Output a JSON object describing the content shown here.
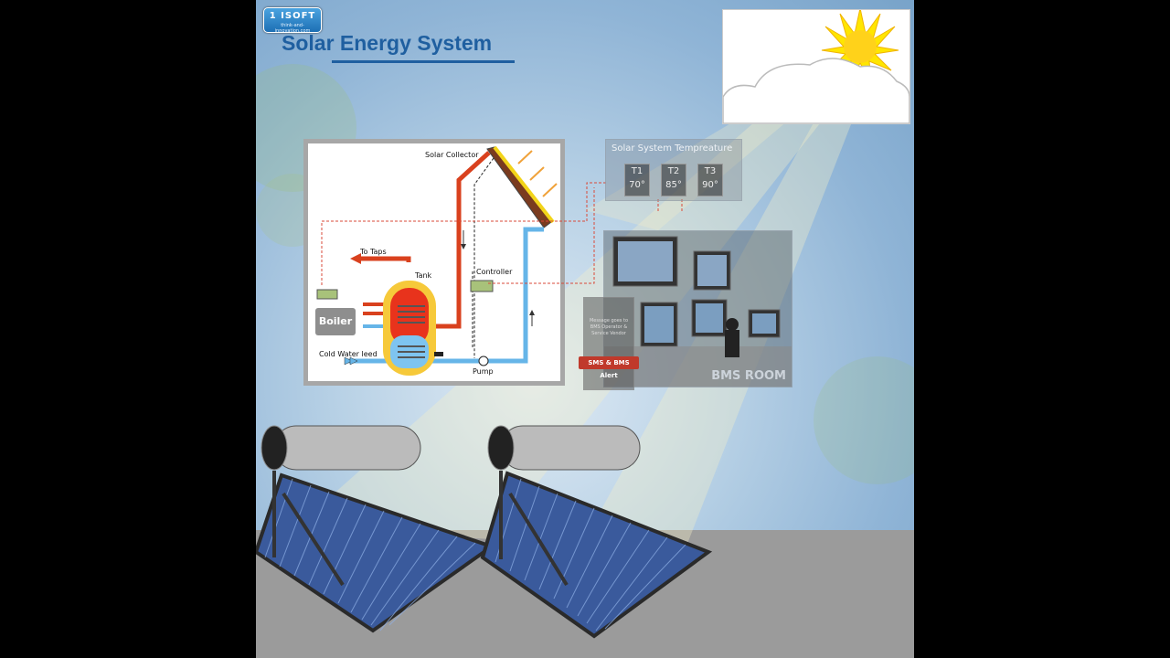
{
  "header": {
    "logo_text": "1 ISOFT",
    "logo_sub": "think-and-innovation.com",
    "title": "Solar Energy System"
  },
  "diagram": {
    "solar_collector": "Solar Collector",
    "to_taps": "To Taps",
    "tank": "Tank",
    "controller": "Controller",
    "boiler": "Boiler",
    "cold_water": "Cold Water leed",
    "pump": "Pump"
  },
  "temperature": {
    "title": "Solar System Tempreature",
    "sensors": [
      {
        "label": "T1",
        "value": "70°"
      },
      {
        "label": "T2",
        "value": "85°"
      },
      {
        "label": "T3",
        "value": "90°"
      }
    ]
  },
  "bms": {
    "room_label": "BMS ROOM",
    "message": "Message goes to BMS Operator & Service Vendor",
    "alert_button": "SMS & BMS Alert"
  },
  "colors": {
    "title": "#1f5fa0",
    "hot_pipe": "#d9411e",
    "cold_pipe": "#66b5e8",
    "tank_outer": "#f6c93a",
    "sun": "#ffe600"
  }
}
